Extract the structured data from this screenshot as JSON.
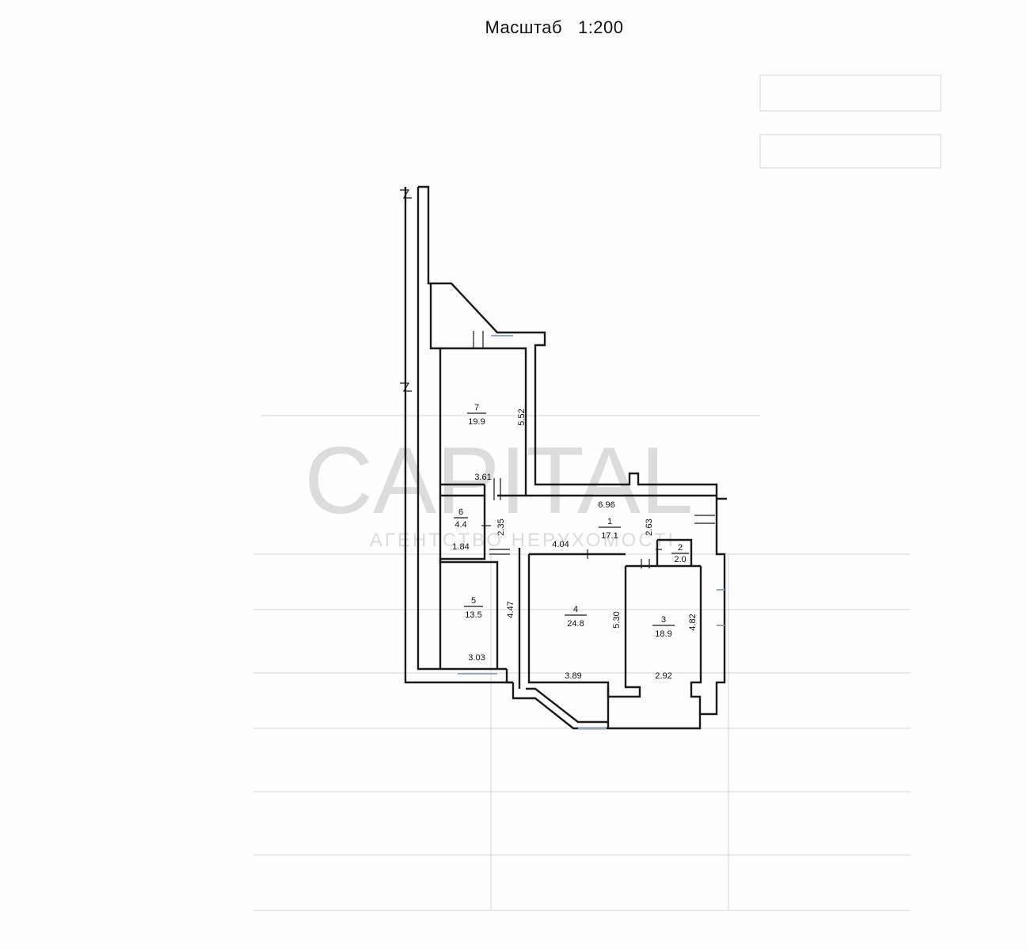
{
  "header": {
    "scale_label": "Масштаб",
    "scale_value": "1:200"
  },
  "rooms": [
    {
      "number": "1",
      "area": "17.1"
    },
    {
      "number": "2",
      "area": "2.0"
    },
    {
      "number": "3",
      "area": "18.9"
    },
    {
      "number": "4",
      "area": "24.8"
    },
    {
      "number": "5",
      "area": "13.5"
    },
    {
      "number": "6",
      "area": "4.4"
    },
    {
      "number": "7",
      "area": "19.9"
    }
  ],
  "dimensions": {
    "room7_height": "5.52",
    "room7_width": "3.61",
    "room6_height": "2.35",
    "room6_width": "1.84",
    "room1_width_top": "6.96",
    "room1_width_bottom": "4.04",
    "room1_height": "2.63",
    "room5_height": "4.47",
    "room5_width": "3.03",
    "room4_height": "5.30",
    "room4_width": "3.89",
    "room3_height": "4.82",
    "room3_width": "2.92"
  },
  "watermark": {
    "text": "CAPITAL",
    "subtext": "АГЕНТСТВО НЕРУХОМОСТІ"
  },
  "colors": {
    "wall": "#1a1a1a",
    "window": "#8ea9c8",
    "watermark": "#dcdcdc"
  }
}
